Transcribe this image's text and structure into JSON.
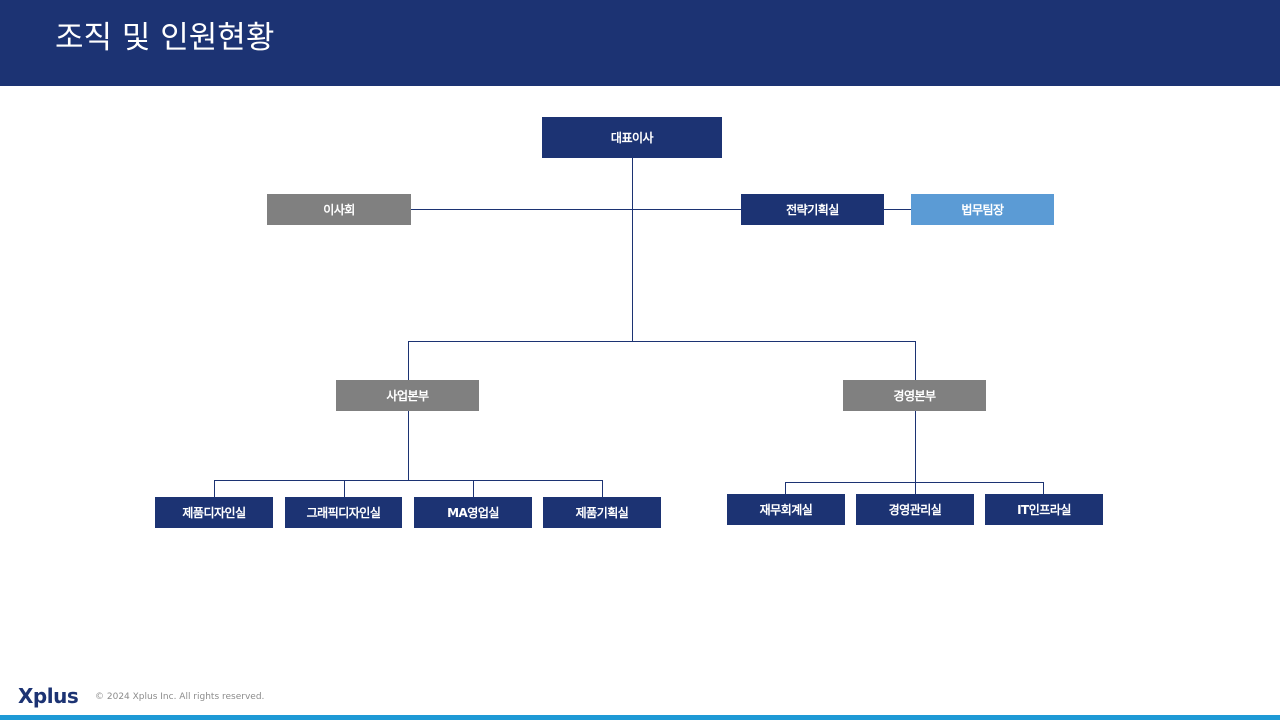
{
  "header": {
    "title": "조직 및 인원현황"
  },
  "org": {
    "ceo": "대표이사",
    "board": "이사회",
    "strategy": "전략기획실",
    "legal": "법무팀장",
    "business_hq": "사업본부",
    "management_hq": "경영본부",
    "business_teams": [
      "제품디자인실",
      "그래픽디자인실",
      "MA영업실",
      "제품기획실"
    ],
    "management_teams": [
      "재무회계실",
      "경영관리실",
      "IT인프라실"
    ]
  },
  "colors": {
    "navy": "#1c3373",
    "gray": "#808080",
    "light_blue": "#5b9bd5",
    "accent_bar": "#1e9ad6"
  },
  "footer": {
    "logo": "Xplus",
    "copyright": "© 2024 Xplus Inc. All rights reserved."
  }
}
